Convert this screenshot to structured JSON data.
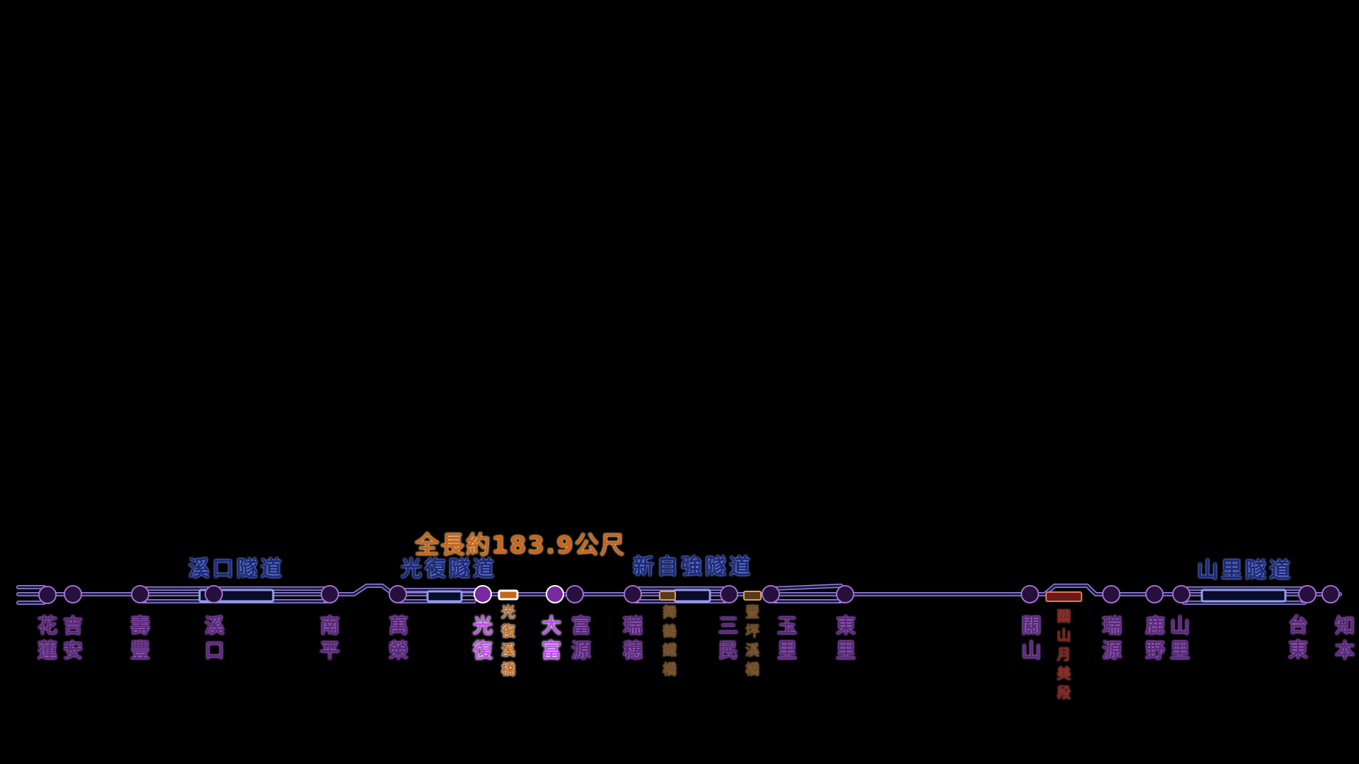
{
  "total_length": "全長約183.9公尺",
  "tunnels": [
    {
      "name": "溪口隧道"
    },
    {
      "name": "光復隧道"
    },
    {
      "name": "新自強隧道"
    },
    {
      "name": "山里隧道"
    }
  ],
  "stations": [
    {
      "name": "花\n蓮",
      "highlight": false
    },
    {
      "name": "吉\n安",
      "highlight": false
    },
    {
      "name": "壽\n豐",
      "highlight": false
    },
    {
      "name": "溪\n口",
      "highlight": false
    },
    {
      "name": "南\n平",
      "highlight": false
    },
    {
      "name": "萬\n榮",
      "highlight": false
    },
    {
      "name": "光\n復",
      "highlight": true
    },
    {
      "name": "大\n富",
      "highlight": true
    },
    {
      "name": "富\n源",
      "highlight": false
    },
    {
      "name": "瑞\n穗",
      "highlight": false
    },
    {
      "name": "三\n民",
      "highlight": false
    },
    {
      "name": "玉\n里",
      "highlight": false
    },
    {
      "name": "東\n里",
      "highlight": false
    },
    {
      "name": "關\n山",
      "highlight": false
    },
    {
      "name": "瑞\n源",
      "highlight": false
    },
    {
      "name": "鹿\n野",
      "highlight": false
    },
    {
      "name": "山\n里",
      "highlight": false
    },
    {
      "name": "台\n東",
      "highlight": false
    },
    {
      "name": "知\n本",
      "highlight": false
    }
  ],
  "structures": [
    {
      "name": "光\n復\n溪\n橋",
      "highlight": true
    },
    {
      "name": "舞\n鶴\n鐵\n橋",
      "highlight": false
    },
    {
      "name": "豐\n坪\n溪\n橋",
      "highlight": false
    },
    {
      "name": "關\n山\n月\n美\n段",
      "highlight": false
    }
  ],
  "colors": {
    "background": "#000000",
    "track": "#1c1850",
    "track_glow": "#9a86d8",
    "station_fill": "#3a1a5a",
    "station_glow": "#a070d0",
    "tunnel": "#1d2a7a",
    "bridge_highlight": "#c8651a",
    "section_red": "#7a2222"
  }
}
